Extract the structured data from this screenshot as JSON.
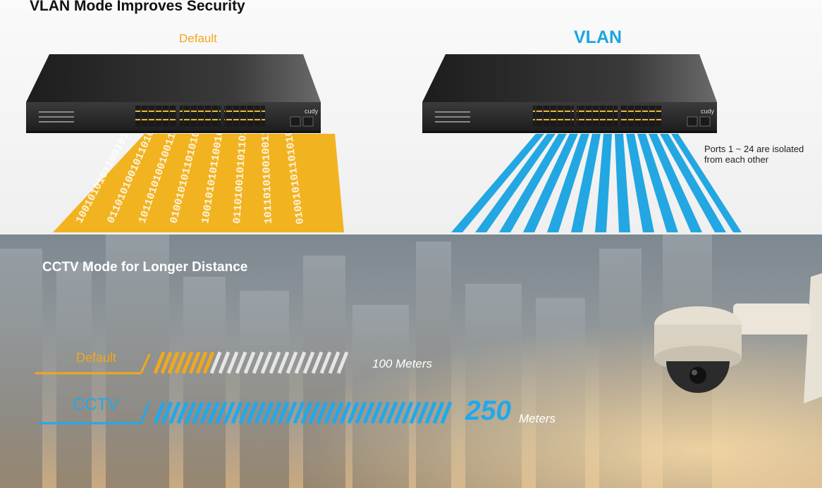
{
  "vlan_section": {
    "title": "VLAN Mode Improves Security",
    "default_label": "Default",
    "vlan_label": "VLAN",
    "note_line1": "Ports 1 ~ 24 are isolated",
    "note_line2": "from each other",
    "switch_brand": "cudy",
    "binary_text": "1001010101100101100101010110"
  },
  "cctv_section": {
    "title": "CCTV Mode for Longer Distance",
    "default_label": "Default",
    "default_distance": "100 Meters",
    "cctv_label": "CCTV",
    "cctv_distance_number": "250",
    "cctv_distance_unit": "Meters"
  },
  "colors": {
    "accent_yellow": "#f0a81c",
    "accent_blue": "#1ba5e0",
    "switch_body": "#2a2a2a"
  },
  "icons": [
    "network-switch-icon",
    "cctv-camera-icon"
  ]
}
